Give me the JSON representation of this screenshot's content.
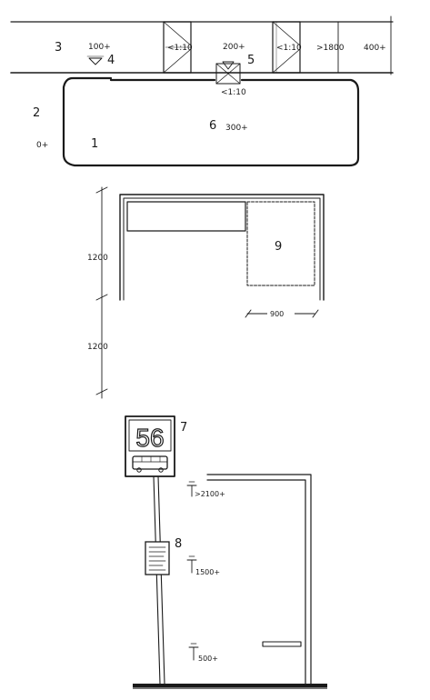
{
  "plan": {
    "labels": {
      "n1": "1",
      "n2": "2",
      "n3": "3",
      "n4": "4",
      "n5": "5",
      "n6": "6"
    },
    "levels": {
      "left_top": "100+",
      "mid_top": "200+",
      "right_top": "400+",
      "platform": "300+",
      "ground": "0+"
    },
    "slopes": {
      "ramp1": "<1:10",
      "ramp2": "<1:10",
      "ramp3": "<1:10"
    },
    "width": ">1800"
  },
  "shelter": {
    "label": "9",
    "dims": {
      "upper": "1200",
      "lower": "1200",
      "panel_width": "900"
    }
  },
  "stop": {
    "sign_number": "56",
    "sign_label": "7",
    "timetable_label": "8",
    "heights": {
      "h1": ">2100+",
      "h2": "1500+",
      "h3": "500+"
    }
  }
}
